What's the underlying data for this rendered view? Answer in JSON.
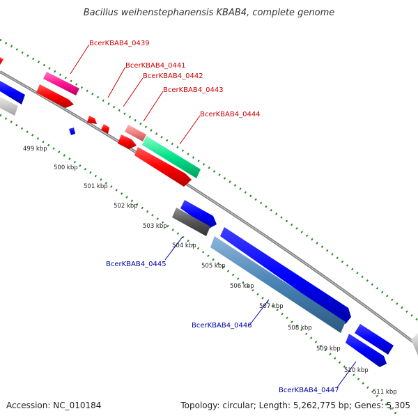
{
  "title": "Bacillus weihenstephanensis KBAB4, complete genome",
  "footer": {
    "accession": "Accession: NC_010184",
    "topology": "Topology: circular; Length: 5,262,775 bp; Genes: 5,305"
  },
  "ticks": [
    "499 kbp",
    "500 kbp",
    "501 kbp",
    "502 kbp",
    "503 kbp",
    "504 kbp",
    "505 kbp",
    "506 kbp",
    "507 kbp",
    "508 kbp",
    "509 kbp",
    "510 kbp",
    "511 kbp"
  ],
  "gene_labels_top": [
    "BcerKBAB4_0439",
    "BcerKBAB4_0441",
    "BcerKBAB4_0442",
    "BcerKBAB4_0443",
    "BcerKBAB4_0444"
  ],
  "gene_labels_bottom": [
    "BcerKBAB4_0445",
    "BcerKBAB4_0446",
    "BcerKBAB4_0447"
  ],
  "colors": {
    "backbone": "#808080",
    "tick": "#228b22",
    "red": "#ff0000",
    "blue": "#0000ff",
    "magenta": "#ff1493",
    "green": "#00e08a",
    "pink": "#f08080",
    "steel": "#4682b4",
    "gray": "#555555",
    "light_gray": "#c8c8c8"
  }
}
